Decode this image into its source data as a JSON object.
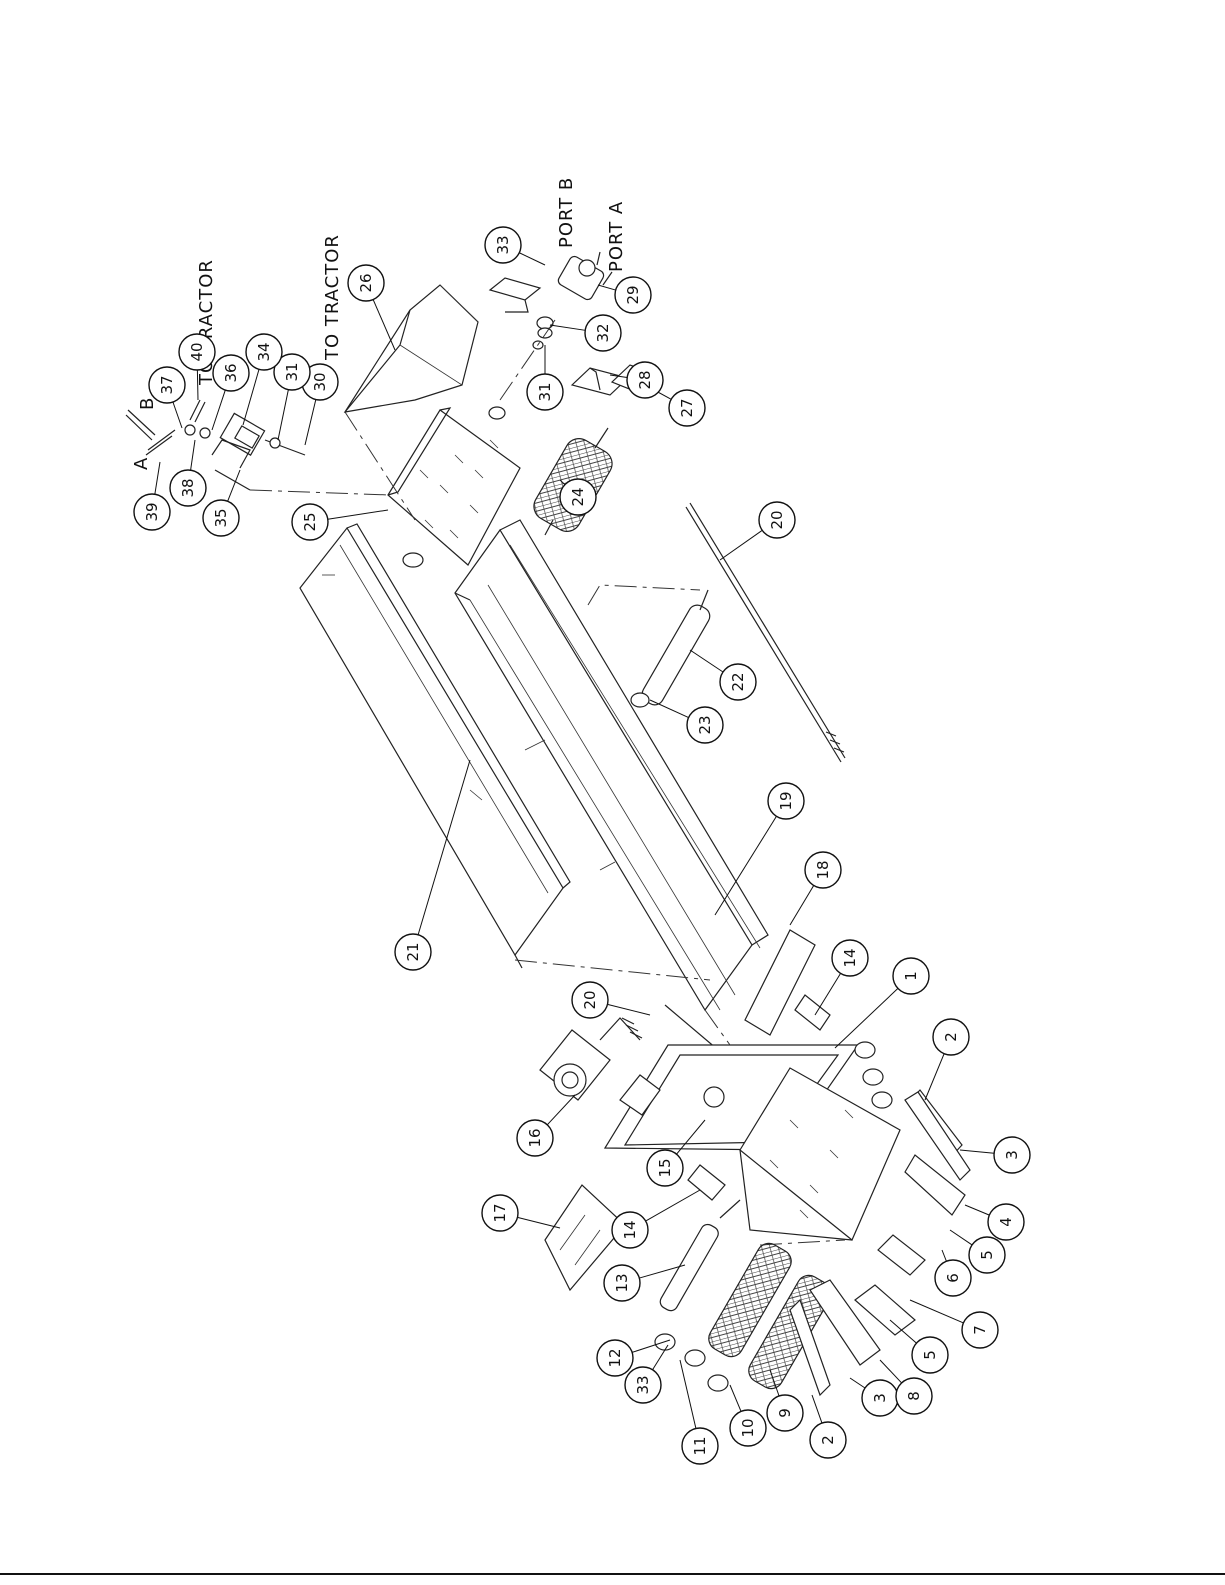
{
  "notes": {
    "to_tractor_1": "TO TRACTOR",
    "to_tractor_2": "TO TRACTOR",
    "port_b": "PORT B",
    "port_a": "PORT A",
    "hose_a": "A",
    "hose_b": "B"
  },
  "balloons": [
    {
      "label": "1"
    },
    {
      "label": "2"
    },
    {
      "label": "2"
    },
    {
      "label": "3"
    },
    {
      "label": "3"
    },
    {
      "label": "4"
    },
    {
      "label": "5"
    },
    {
      "label": "5"
    },
    {
      "label": "6"
    },
    {
      "label": "7"
    },
    {
      "label": "8"
    },
    {
      "label": "9"
    },
    {
      "label": "10"
    },
    {
      "label": "11"
    },
    {
      "label": "12"
    },
    {
      "label": "13"
    },
    {
      "label": "14"
    },
    {
      "label": "14"
    },
    {
      "label": "15"
    },
    {
      "label": "16"
    },
    {
      "label": "17"
    },
    {
      "label": "18"
    },
    {
      "label": "19"
    },
    {
      "label": "20"
    },
    {
      "label": "20"
    },
    {
      "label": "21"
    },
    {
      "label": "22"
    },
    {
      "label": "23"
    },
    {
      "label": "24"
    },
    {
      "label": "25"
    },
    {
      "label": "26"
    },
    {
      "label": "27"
    },
    {
      "label": "28"
    },
    {
      "label": "29"
    },
    {
      "label": "30"
    },
    {
      "label": "31"
    },
    {
      "label": "31"
    },
    {
      "label": "32"
    },
    {
      "label": "33"
    },
    {
      "label": "33"
    },
    {
      "label": "34"
    },
    {
      "label": "35"
    },
    {
      "label": "36"
    },
    {
      "label": "37"
    },
    {
      "label": "38"
    },
    {
      "label": "39"
    },
    {
      "label": "40"
    }
  ]
}
